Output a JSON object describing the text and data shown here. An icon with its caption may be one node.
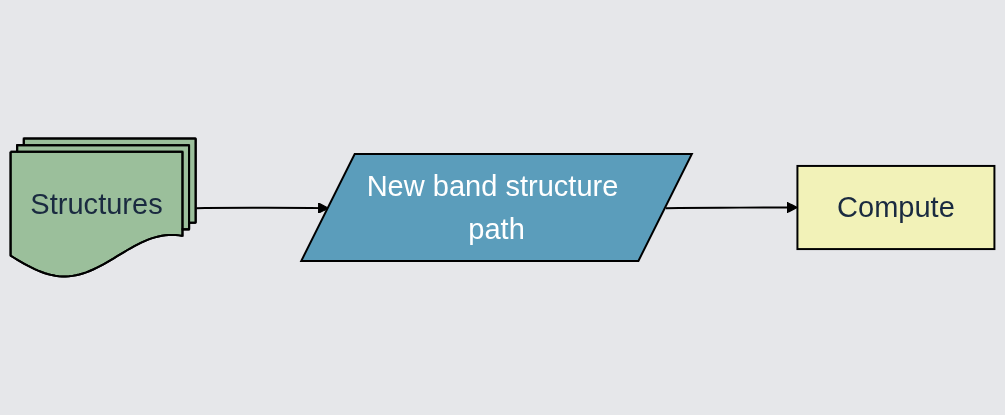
{
  "diagram": {
    "nodes": [
      {
        "text": [
          "Structures"
        ]
      },
      {
        "text": [
          "New band structure path"
        ]
      },
      {
        "text": [
          "Compute"
        ]
      }
    ],
    "edges": [
      {
        "from": 0,
        "to": 1,
        "arrow": "to"
      },
      {
        "from": 1,
        "to": 2,
        "arrow": "to"
      }
    ]
  }
}
